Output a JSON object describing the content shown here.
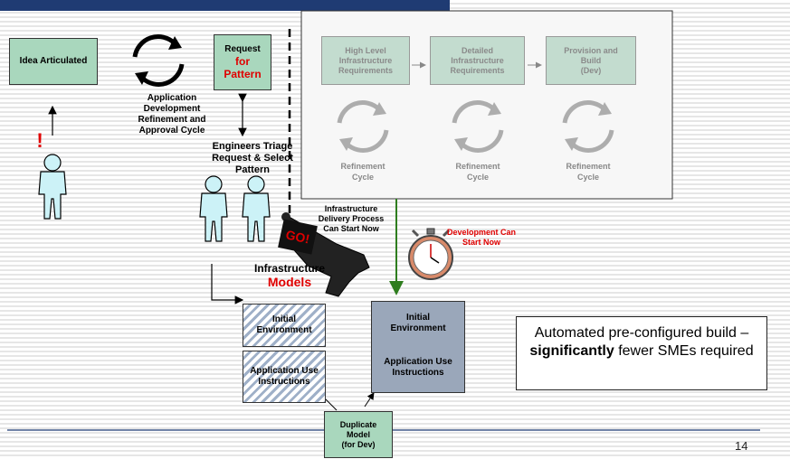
{
  "diagram": {
    "idea_articulated": "Idea Articulated",
    "app_cycle_label": [
      "Application",
      "Development",
      "Refinement and",
      "Approval Cycle"
    ],
    "exclamation": "!",
    "request_label": "Request",
    "for_pattern": [
      "for",
      "Pattern"
    ],
    "engineers_triage": [
      "Engineers Triage",
      "Request & Select",
      "Pattern"
    ],
    "high_level_req": [
      "High Level",
      "Infrastructure",
      "Requirements"
    ],
    "detailed_req": [
      "Detailed",
      "Infrastructure",
      "Requirements"
    ],
    "provision_build": [
      "Provision and",
      "Build",
      "(Dev)"
    ],
    "refinement_cycle": [
      "Refinement",
      "Cycle"
    ],
    "infra_delivery": [
      "Infrastructure",
      "Delivery Process",
      "Can Start Now"
    ],
    "go_label": "GO!",
    "dev_can_start": [
      "Development Can",
      "Start Now"
    ],
    "infra_models": [
      "Infrastructure",
      "Models"
    ],
    "initial_env": [
      "Initial",
      "Environment"
    ],
    "app_use_instr": [
      "Application Use",
      "Instructions"
    ],
    "duplicate_model": [
      "Duplicate",
      "Model",
      "(for Dev)"
    ],
    "callout": {
      "pre": "Automated pre-configured build – ",
      "bold": "significantly",
      "post": " fewer SMEs required"
    },
    "page_number": "14"
  },
  "colors": {
    "doc_green": "#a9d7bd",
    "title_bar": "#1f3b73",
    "accent_red": "#e00000",
    "arrow_green": "#2e7d1e",
    "slate_doc": "#9aa7ba"
  }
}
